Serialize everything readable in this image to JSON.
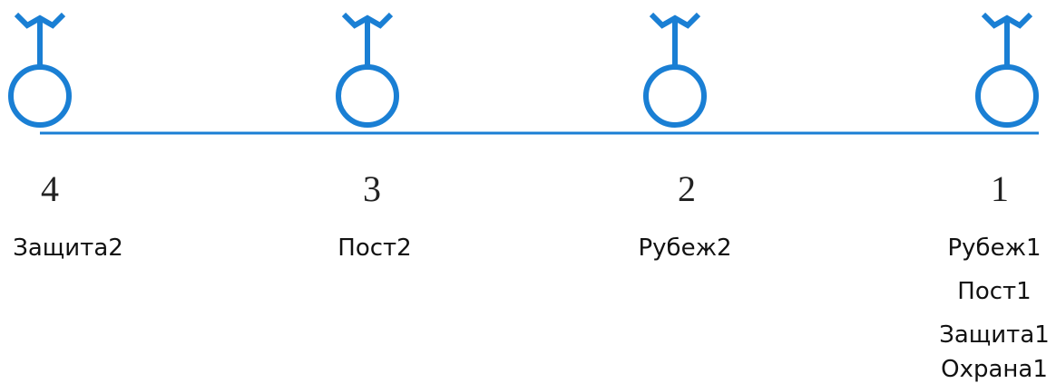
{
  "colors": {
    "line": "#1a7fd4",
    "text": "#111111"
  },
  "nodes": [
    {
      "number": "4",
      "labels": [
        "Защита2"
      ]
    },
    {
      "number": "3",
      "labels": [
        "Пост2"
      ]
    },
    {
      "number": "2",
      "labels": [
        "Рубеж2"
      ]
    },
    {
      "number": "1",
      "labels": [
        "Рубеж1",
        "Пост1",
        "Защита1",
        "Охрана1"
      ]
    }
  ]
}
